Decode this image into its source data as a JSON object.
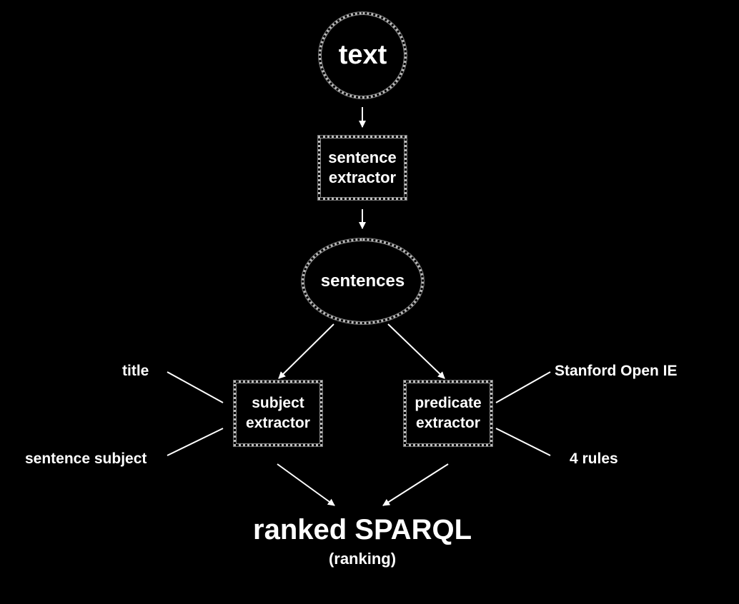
{
  "nodes": {
    "text": "text",
    "sentence_extractor_line1": "sentence",
    "sentence_extractor_line2": "extractor",
    "sentences": "sentences",
    "subject_extractor_line1": "subject",
    "subject_extractor_line2": "extractor",
    "predicate_extractor_line1": "predicate",
    "predicate_extractor_line2": "extractor"
  },
  "inputs": {
    "subject_top": "title",
    "subject_bottom": "sentence subject",
    "predicate_top": "Stanford Open IE",
    "predicate_bottom": "4 rules"
  },
  "output": {
    "title": "ranked SPARQL",
    "subtitle": "(ranking)"
  },
  "colors": {
    "background": "#000000",
    "text": "#ffffff",
    "outline": "#bdbdbd"
  }
}
